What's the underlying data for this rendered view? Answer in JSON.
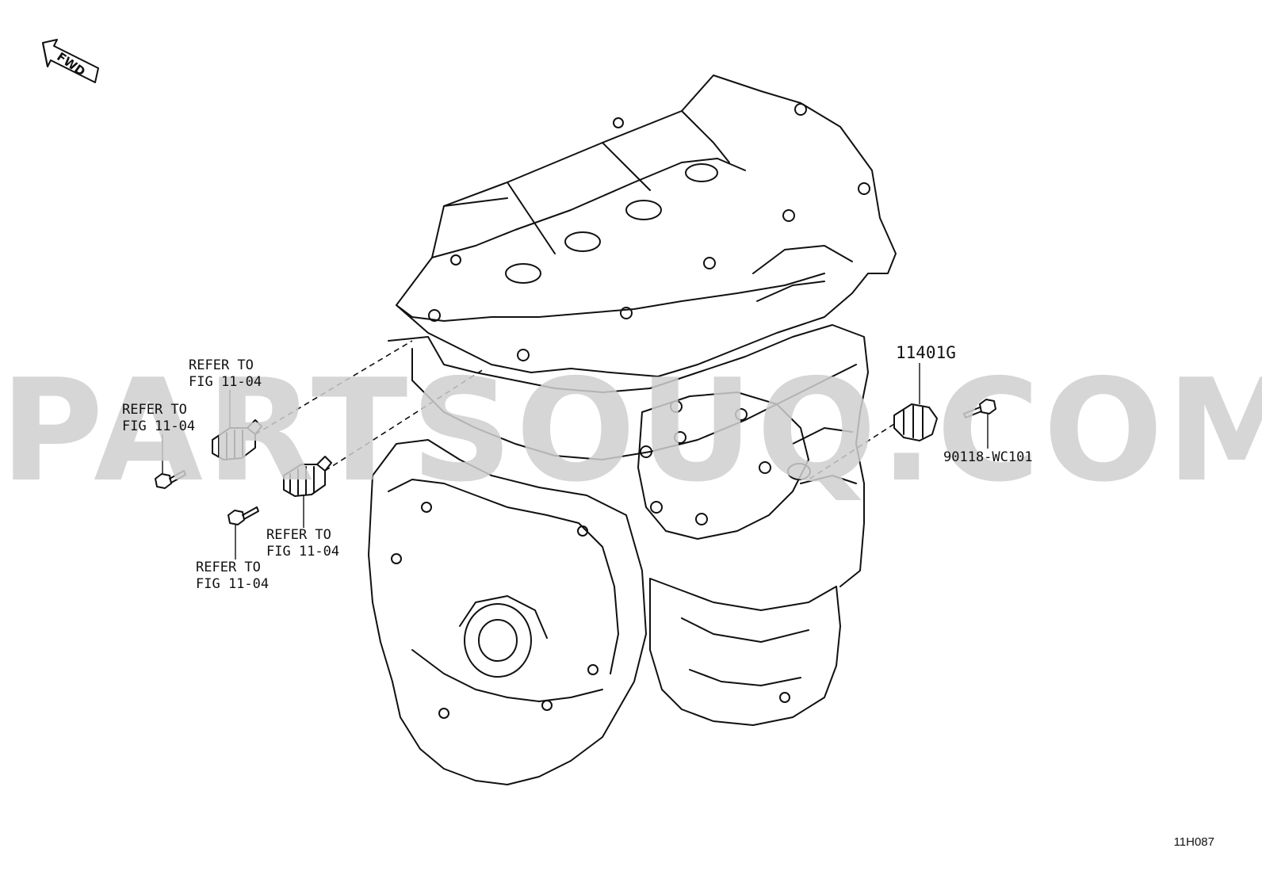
{
  "direction_marker": {
    "label": "FWD",
    "icon": "forward-arrow-icon"
  },
  "watermark": "PARTSOUQ.COM",
  "callouts": [
    {
      "lines": [
        "REFER TO",
        "FIG 11-04"
      ]
    },
    {
      "lines": [
        "REFER TO",
        "FIG 11-04"
      ]
    },
    {
      "lines": [
        "REFER TO",
        "FIG 11-04"
      ]
    },
    {
      "lines": [
        "REFER TO",
        "FIG 11-04"
      ]
    }
  ],
  "parts": {
    "sensor_part_number": "11401G",
    "bolt_part_number": "90118-WC101"
  },
  "diagram_code": "11H087",
  "colors": {
    "line": "#111111",
    "watermark": "#cfcfcf",
    "background": "#ffffff"
  }
}
